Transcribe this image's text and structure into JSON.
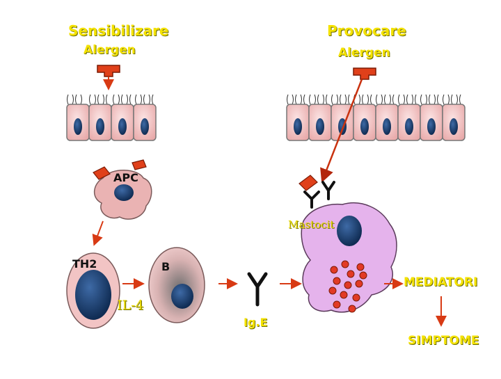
{
  "labels": {
    "sensitize": "Sensibilizare",
    "provoke": "Provocare",
    "allergen_left": "Alergen",
    "allergen_right": "Alergen",
    "apc": "APC",
    "mastocyte": "Mastocit",
    "th2": "TH2",
    "b_cell": "B",
    "il4": "IL-4",
    "ige": "Ig.E",
    "mediators": "MEDIATORI",
    "symptoms": "SIMPTOME"
  },
  "colors": {
    "label_yellow": "#f4e200",
    "arrow_red": "#d83a14",
    "cell_pink": "#f2c4c4",
    "nucleus_blue": "#1c3f6e",
    "mast_violet": "#e5b3ec",
    "granule_red": "#e23a25"
  }
}
